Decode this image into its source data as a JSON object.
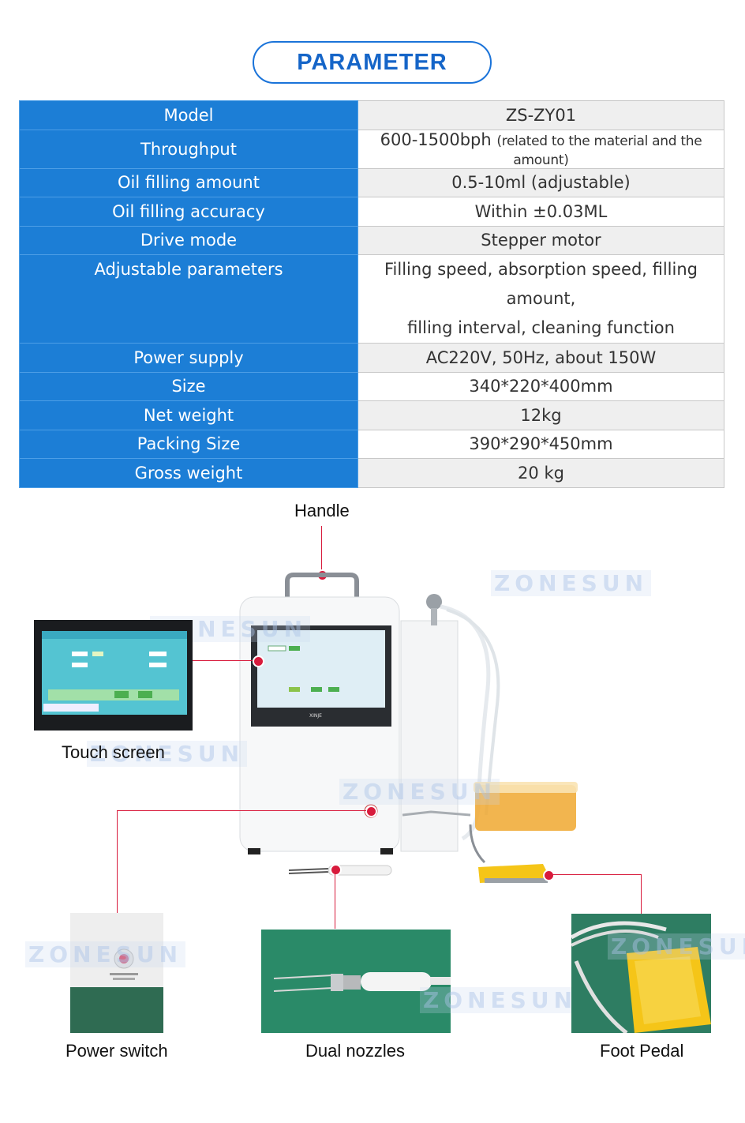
{
  "header": {
    "title": "PARAMETER"
  },
  "table": {
    "rows": [
      {
        "key": "Model",
        "value": "ZS-ZY01"
      },
      {
        "key": "Throughput",
        "value": "600-1500bph",
        "note": "(related to the material and the amount)"
      },
      {
        "key": "Oil filling amount",
        "value": "0.5-10ml (adjustable)"
      },
      {
        "key": "Oil filling accuracy",
        "value": "Within ±0.03ML"
      },
      {
        "key": "Drive mode",
        "value": "Stepper motor"
      },
      {
        "key": "Adjustable parameters",
        "value": "Filling speed, absorption speed, filling amount,",
        "value2": "filling interval, cleaning function"
      },
      {
        "key": "Power supply",
        "value": "AC220V, 50Hz, about 150W"
      },
      {
        "key": "Size",
        "value": "340*220*400mm"
      },
      {
        "key": "Net weight",
        "value": "12kg"
      },
      {
        "key": "Packing Size",
        "value": "390*290*450mm"
      },
      {
        "key": "Gross weight",
        "value": "20 kg"
      }
    ]
  },
  "callouts": {
    "handle": "Handle",
    "touch_screen": "Touch screen",
    "power_switch": "Power switch",
    "dual_nozzles": "Dual nozzles",
    "foot_pedal": "Foot Pedal"
  },
  "device": {
    "screen_brand": "XINJE"
  },
  "watermark": "ZONESUN",
  "colors": {
    "accent": "#1c7ed6",
    "callout_line": "#d81b3c",
    "pedal": "#f5c518",
    "oil": "#f0a830"
  }
}
